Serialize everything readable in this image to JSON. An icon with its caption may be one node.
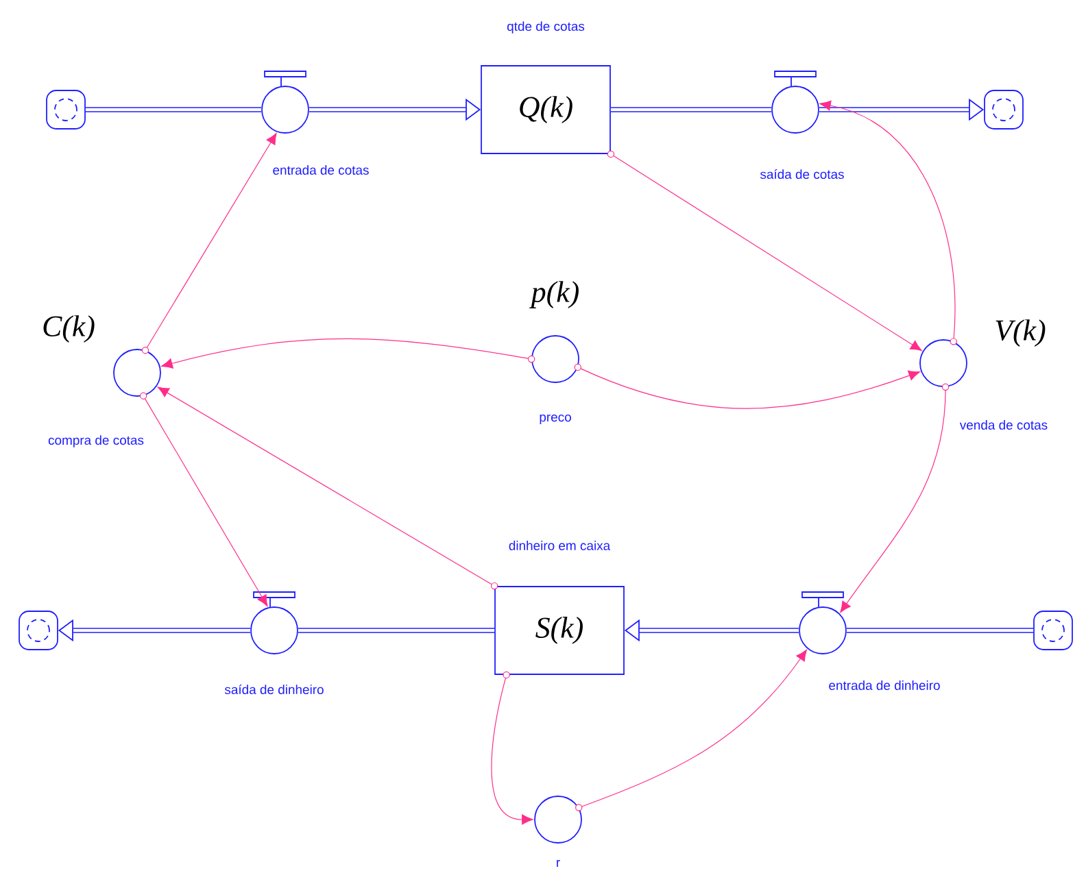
{
  "diagram": {
    "nodes": [
      {
        "text": [],
        "shape": "cloud"
      },
      {
        "text": [
          "entrada de cotas"
        ]
      },
      {
        "text": [
          "qtde de cotas",
          "Q(k)"
        ]
      },
      {
        "text": [
          "saída de cotas"
        ]
      },
      {
        "text": [],
        "shape": "cloud"
      },
      {
        "text": [
          "C(k)",
          "compra de cotas"
        ]
      },
      {
        "text": [
          "p(k)",
          "preco"
        ]
      },
      {
        "text": [
          "V(k)",
          "venda de cotas"
        ]
      },
      {
        "text": [],
        "shape": "cloud"
      },
      {
        "text": [
          "saída de dinheiro"
        ]
      },
      {
        "text": [
          "dinheiro em caixa",
          "S(k)"
        ]
      },
      {
        "text": [
          "entrada de dinheiro"
        ]
      },
      {
        "text": [],
        "shape": "cloud"
      },
      {
        "text": [
          "r"
        ]
      }
    ],
    "edges": [
      {
        "from": 0,
        "to": 1,
        "arrow": "none",
        "style": "thick",
        "color": "#1f1fff"
      },
      {
        "from": 1,
        "to": 2,
        "arrow": "to",
        "style": "thick",
        "color": "#1f1fff"
      },
      {
        "from": 2,
        "to": 3,
        "arrow": "none",
        "style": "thick",
        "color": "#1f1fff"
      },
      {
        "from": 3,
        "to": 4,
        "arrow": "to",
        "style": "thick",
        "color": "#1f1fff"
      },
      {
        "from": 10,
        "to": 9,
        "arrow": "none",
        "style": "thick",
        "color": "#1f1fff"
      },
      {
        "from": 9,
        "to": 8,
        "arrow": "to",
        "style": "thick",
        "color": "#1f1fff"
      },
      {
        "from": 12,
        "to": 11,
        "arrow": "none",
        "style": "thick",
        "color": "#1f1fff"
      },
      {
        "from": 11,
        "to": 10,
        "arrow": "to",
        "style": "thick",
        "color": "#1f1fff"
      },
      {
        "from": 5,
        "to": 1,
        "arrow": "to"
      },
      {
        "from": 2,
        "to": 7,
        "arrow": "to"
      },
      {
        "from": 6,
        "to": 5,
        "arrow": "to"
      },
      {
        "from": 6,
        "to": 7,
        "arrow": "to"
      },
      {
        "from": 7,
        "to": 3,
        "arrow": "to"
      },
      {
        "from": 7,
        "to": 11,
        "arrow": "to"
      },
      {
        "from": 5,
        "to": 9,
        "arrow": "to"
      },
      {
        "from": 10,
        "to": 5,
        "arrow": "to"
      },
      {
        "from": 10,
        "to": 13,
        "arrow": "to"
      },
      {
        "from": 13,
        "to": 11,
        "arrow": "to"
      }
    ]
  }
}
